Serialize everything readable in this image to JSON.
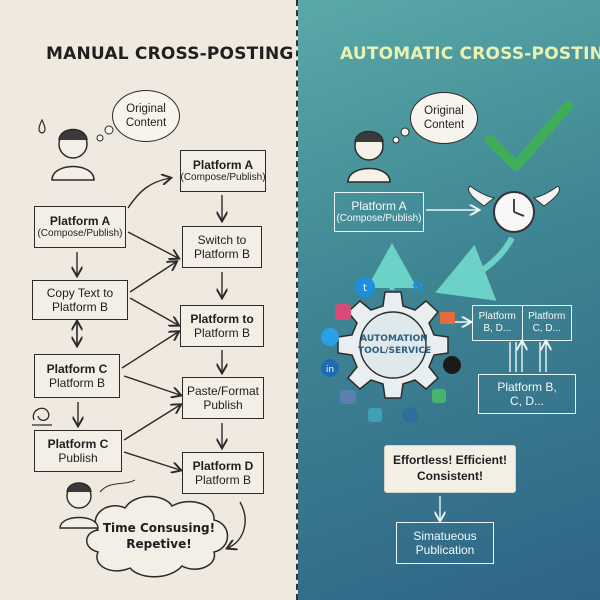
{
  "left": {
    "title": "MANUAL CROSS-POSTING",
    "thought": [
      "Original",
      "Content"
    ],
    "boxes": {
      "platform_a": {
        "title": "Platform A",
        "sub": "(Compose/Publish)"
      },
      "copy_text": {
        "line1": "Copy Text to",
        "line2": "Platform B"
      },
      "platform_c_b": {
        "title": "Platform C",
        "sub": "Platform B"
      },
      "platform_c_publish": {
        "title": "Platform C",
        "sub": "Publish"
      },
      "platform_a2": {
        "title": "Platform A",
        "sub": "(Compose/Publish)"
      },
      "switch": {
        "line1": "Switch to",
        "line2": "Platform B"
      },
      "platform_to": {
        "title": "Platform to",
        "sub": "Platform B"
      },
      "paste": {
        "line1": "Paste/Format",
        "line2": "Publish"
      },
      "platform_d": {
        "title": "Platform D",
        "sub": "Platform B"
      }
    },
    "cloud": [
      "Time Consusing!",
      "Repetive!"
    ]
  },
  "right": {
    "title": "AUTOMATIC CROSS-POSTING",
    "thought": [
      "Original",
      "Content"
    ],
    "platform_a": {
      "title": "Platform A",
      "sub": "(Compose/Publish)"
    },
    "gear_label": [
      "AUTOMATION",
      "TOOL/SERVICE"
    ],
    "table": {
      "col1": [
        "Platform",
        "B, D..."
      ],
      "col2": [
        "Platform",
        "C, D..."
      ]
    },
    "platform_bc": [
      "Platform B,",
      "C, D..."
    ],
    "effortless": [
      "Effortless! Efficient!",
      "Consistent!"
    ],
    "publication": [
      "Simatueous",
      "Publication"
    ]
  },
  "colors": {
    "left_bg": "#efe9df",
    "right_bg_top": "#5aa9a8",
    "right_bg_bottom": "#2f6487",
    "check": "#3fae5a",
    "right_title": "#e8f2b4"
  },
  "icons": [
    "person-icon",
    "gear-icon",
    "clock-icon",
    "checkmark-icon",
    "twitter-icon",
    "facebook-icon",
    "instagram-icon",
    "linkedin-icon",
    "tiktok-icon"
  ]
}
